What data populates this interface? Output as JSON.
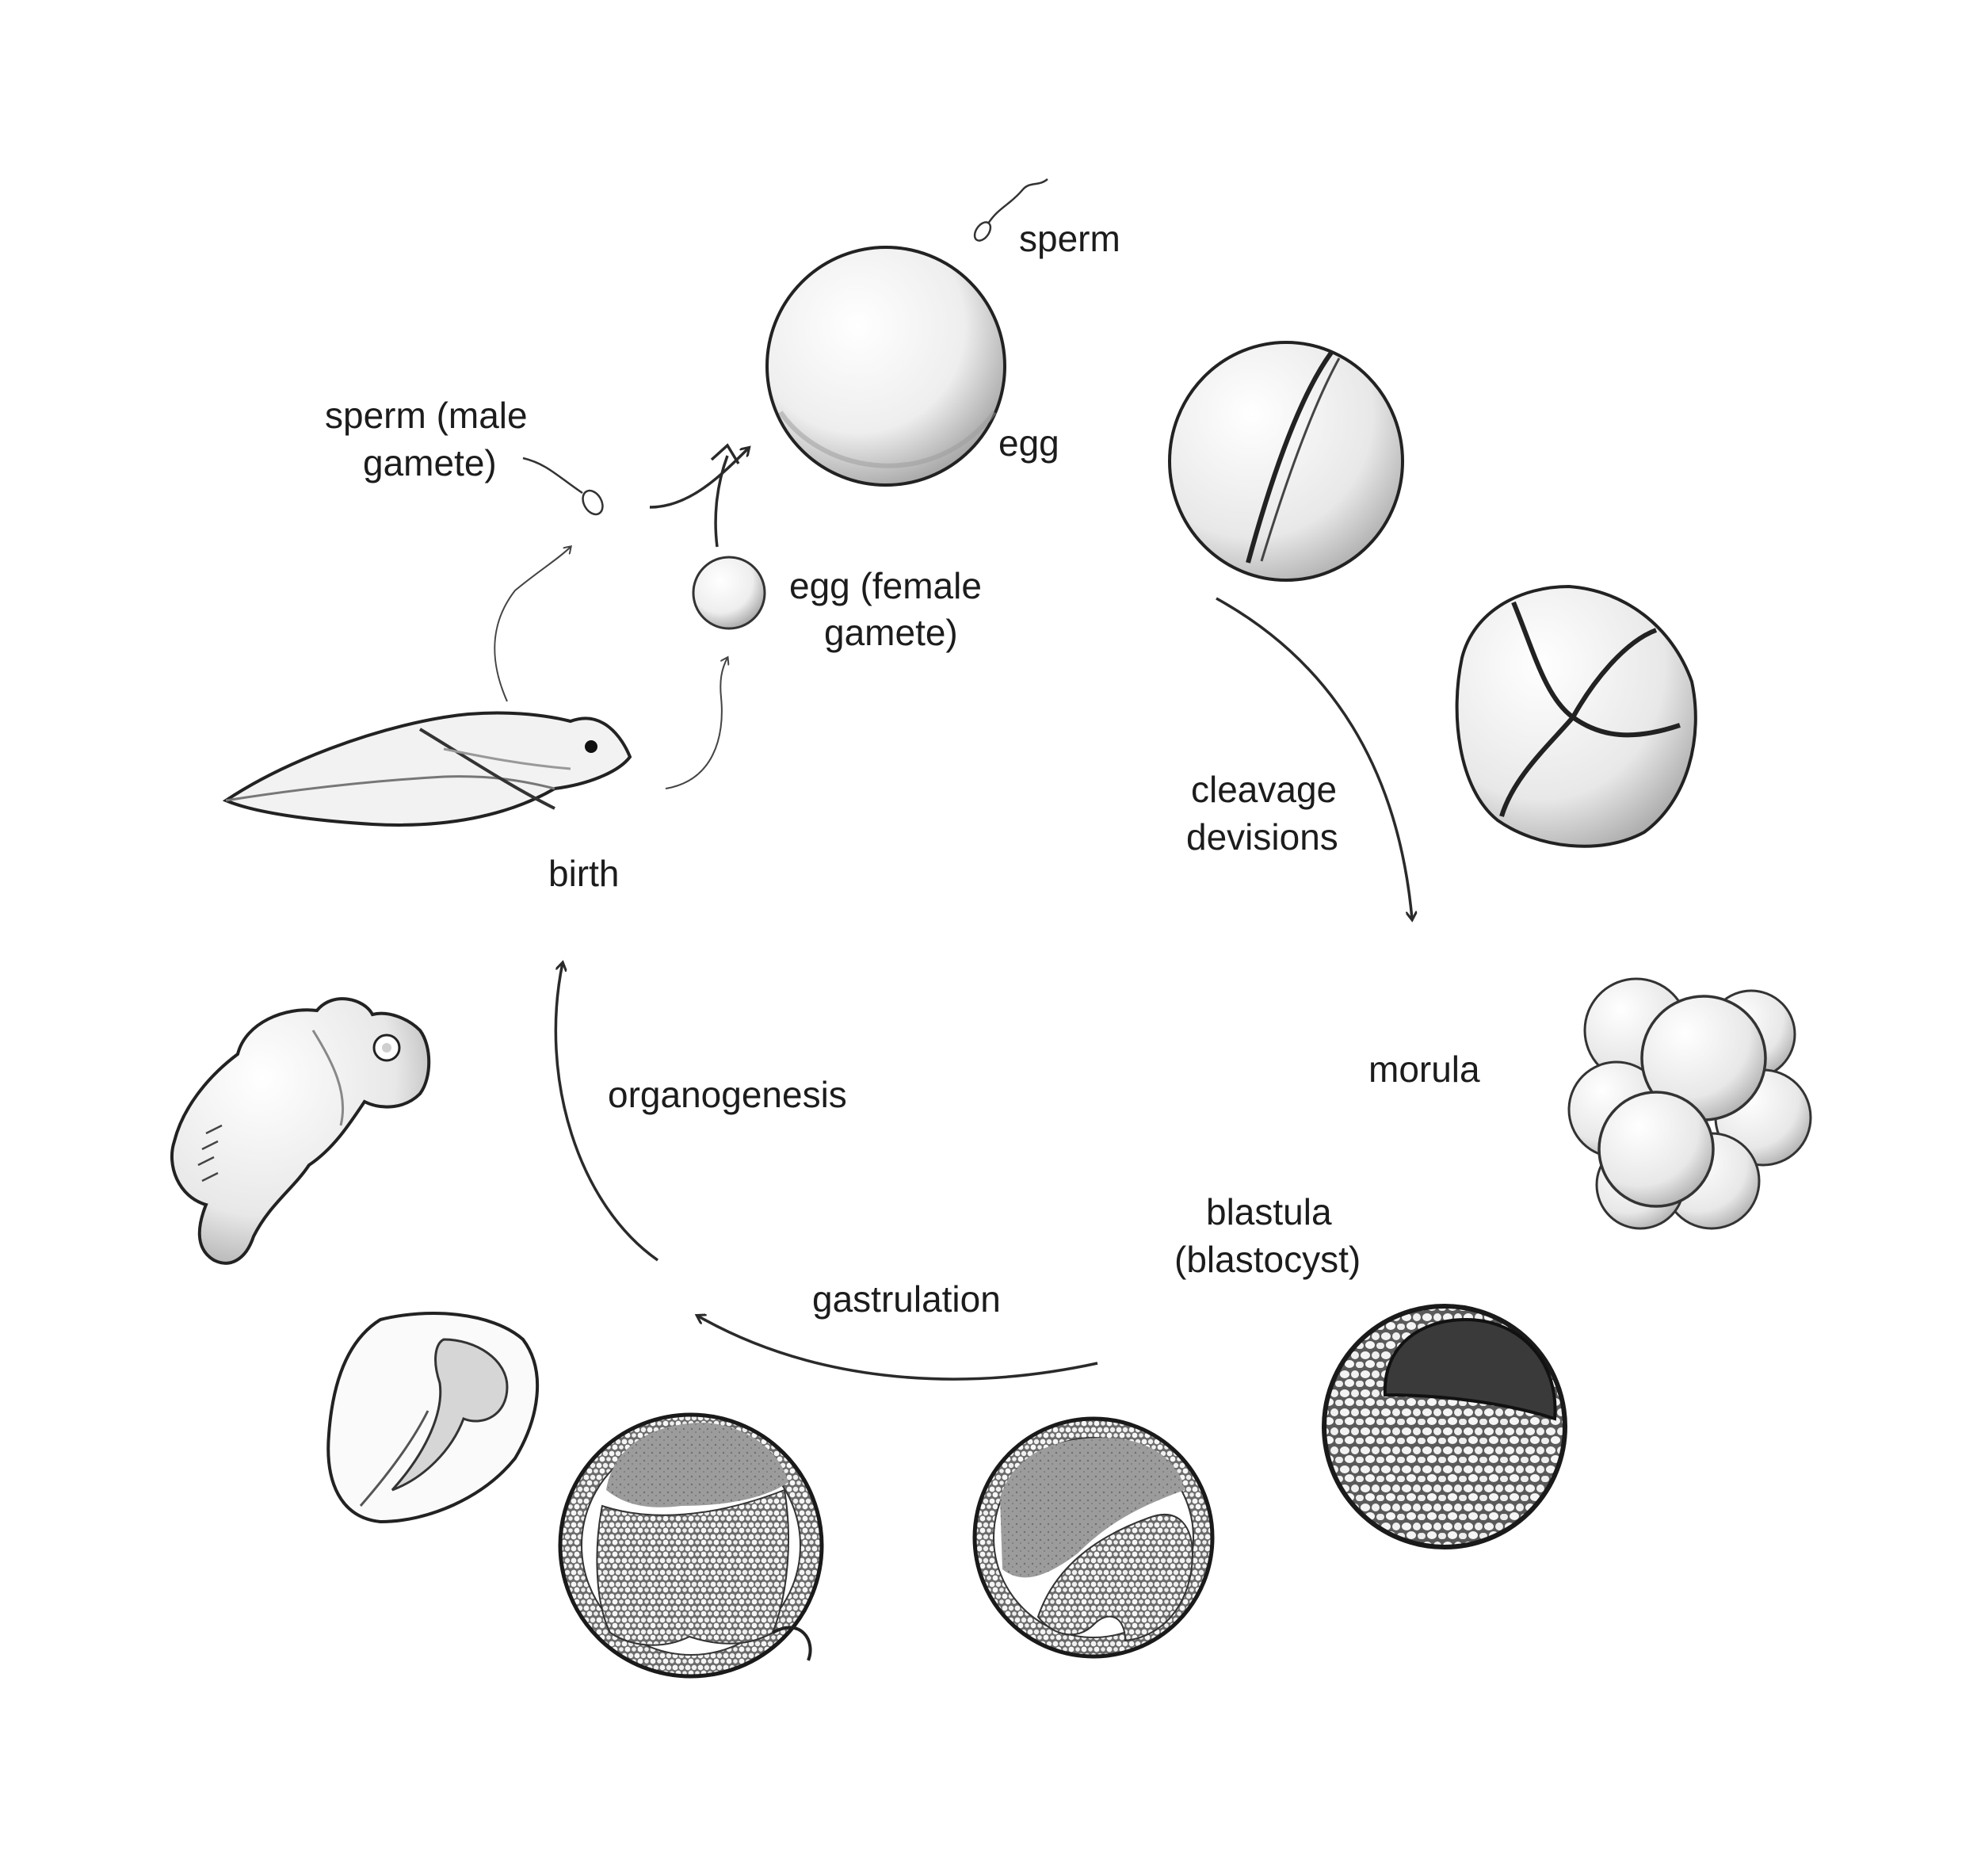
{
  "labels": {
    "sperm_top": "sperm",
    "egg_top": "egg",
    "sperm_gamete_line1": "sperm (male",
    "sperm_gamete_line2": "gamete)",
    "egg_gamete_line1": "egg (female",
    "egg_gamete_line2": "gamete)",
    "cleavage_line1": "cleavage",
    "cleavage_line2": "devisions",
    "morula": "morula",
    "blastula_line1": "blastula",
    "blastula_line2": "(blastocyst)",
    "gastrulation": "gastrulation",
    "organogenesis": "organogenesis",
    "birth": "birth"
  },
  "colors": {
    "ink": "#222222",
    "shade_light": "#e6e6e6",
    "shade_mid": "#bdbdbd",
    "shade_dark": "#3a3a3a",
    "yolk": "#8f8f8f"
  }
}
